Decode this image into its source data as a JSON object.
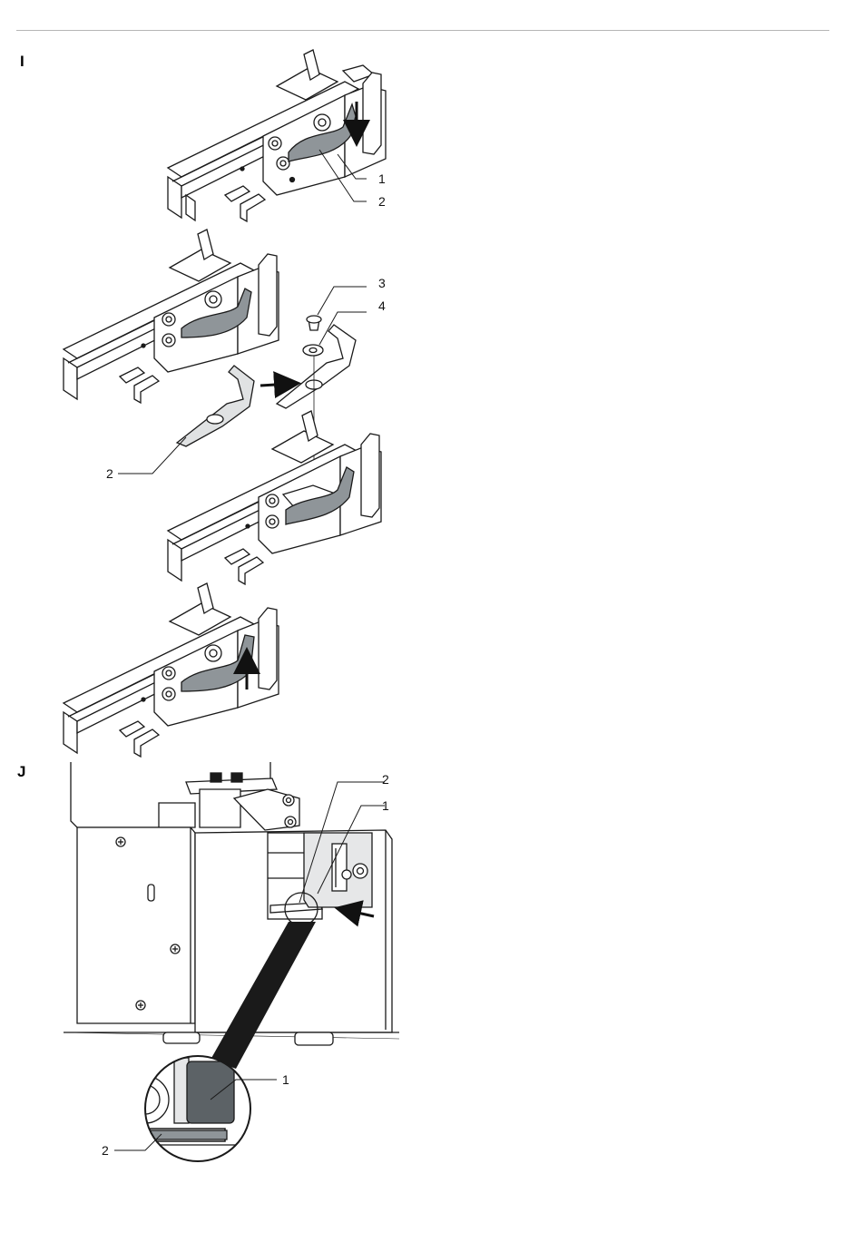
{
  "sections": [
    {
      "letter": "I"
    },
    {
      "letter": "J"
    }
  ],
  "callouts": {
    "i_step1_a": "1",
    "i_step1_b": "2",
    "i_step2_screw": "3",
    "i_step2_washer": "4",
    "i_step2_lever": "2",
    "j_top_2": "2",
    "j_top_1": "1",
    "j_detail_1": "1",
    "j_detail_2": "2"
  },
  "colors": {
    "part_gray": "#8f9599",
    "dark_gray": "#5c6266",
    "light_gray": "#e6e7e8",
    "outline": "#1a1a1a"
  }
}
